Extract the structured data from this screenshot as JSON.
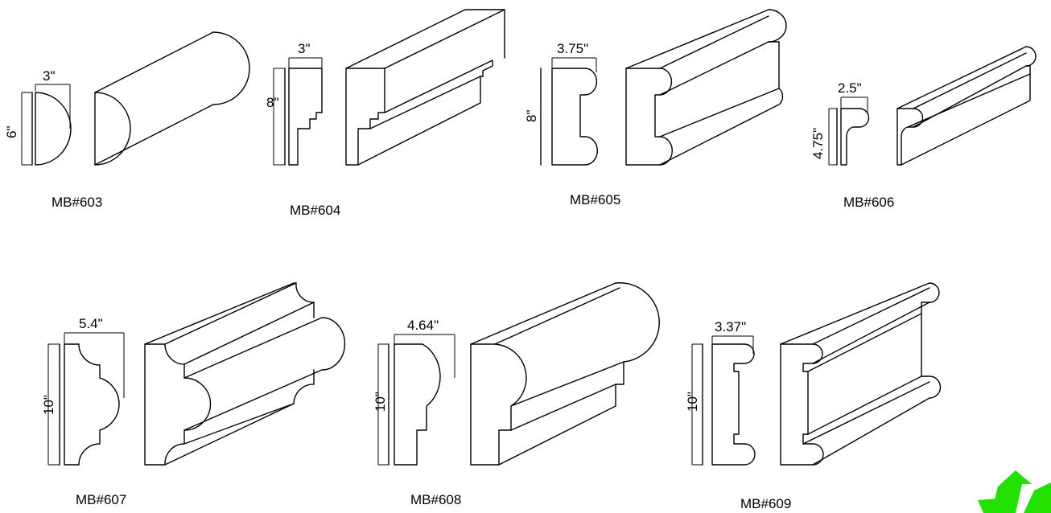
{
  "profiles": [
    {
      "model": "MB#603",
      "width": "3\"",
      "height": "6\""
    },
    {
      "model": "MB#604",
      "width": "3\"",
      "height": "8\""
    },
    {
      "model": "MB#605",
      "width": "3.75\"",
      "height": "8\""
    },
    {
      "model": "MB#606",
      "width": "2.5\"",
      "height": "4.75\""
    },
    {
      "model": "MB#607",
      "width": "5.4\"",
      "height": "10\""
    },
    {
      "model": "MB#608",
      "width": "4.64\"",
      "height": "10\""
    },
    {
      "model": "MB#609",
      "width": "3.37\"",
      "height": "10\""
    }
  ],
  "recycle_color": "#22e000"
}
